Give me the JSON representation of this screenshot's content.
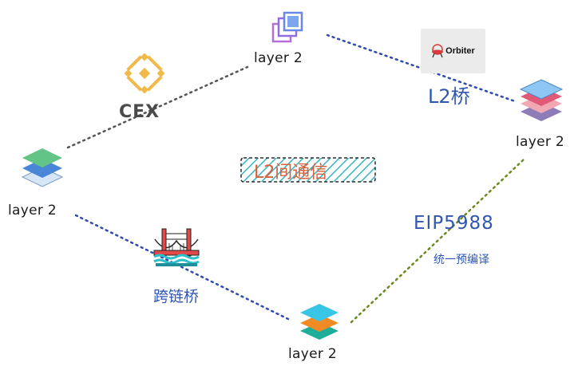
{
  "nodes": {
    "top": {
      "label": "layer 2"
    },
    "left": {
      "label": "layer 2"
    },
    "right": {
      "label": "layer 2"
    },
    "bottom": {
      "label": "layer 2"
    }
  },
  "connections": {
    "cex": {
      "label": "CEX"
    },
    "l2_bridge": {
      "label": "L2桥",
      "logo_text": "Orbiter"
    },
    "cross_chain": {
      "label": "跨链桥"
    },
    "eip": {
      "label": "EIP5988",
      "sublabel": "统一预编译"
    }
  },
  "center": {
    "label": "L2间通信"
  },
  "colors": {
    "dotted_blue": "#2f4bb0",
    "dotted_gray": "#555555",
    "dotted_green": "#6a8a1e",
    "hand_blue": "#2f56b0",
    "center_orange": "#d9603a",
    "center_hatch": "#36b6c2"
  },
  "icons": [
    "binance-icon",
    "stack-squares-icon",
    "layers-icon",
    "golden-gate-bridge-icon",
    "orbiter-ufo-icon"
  ]
}
